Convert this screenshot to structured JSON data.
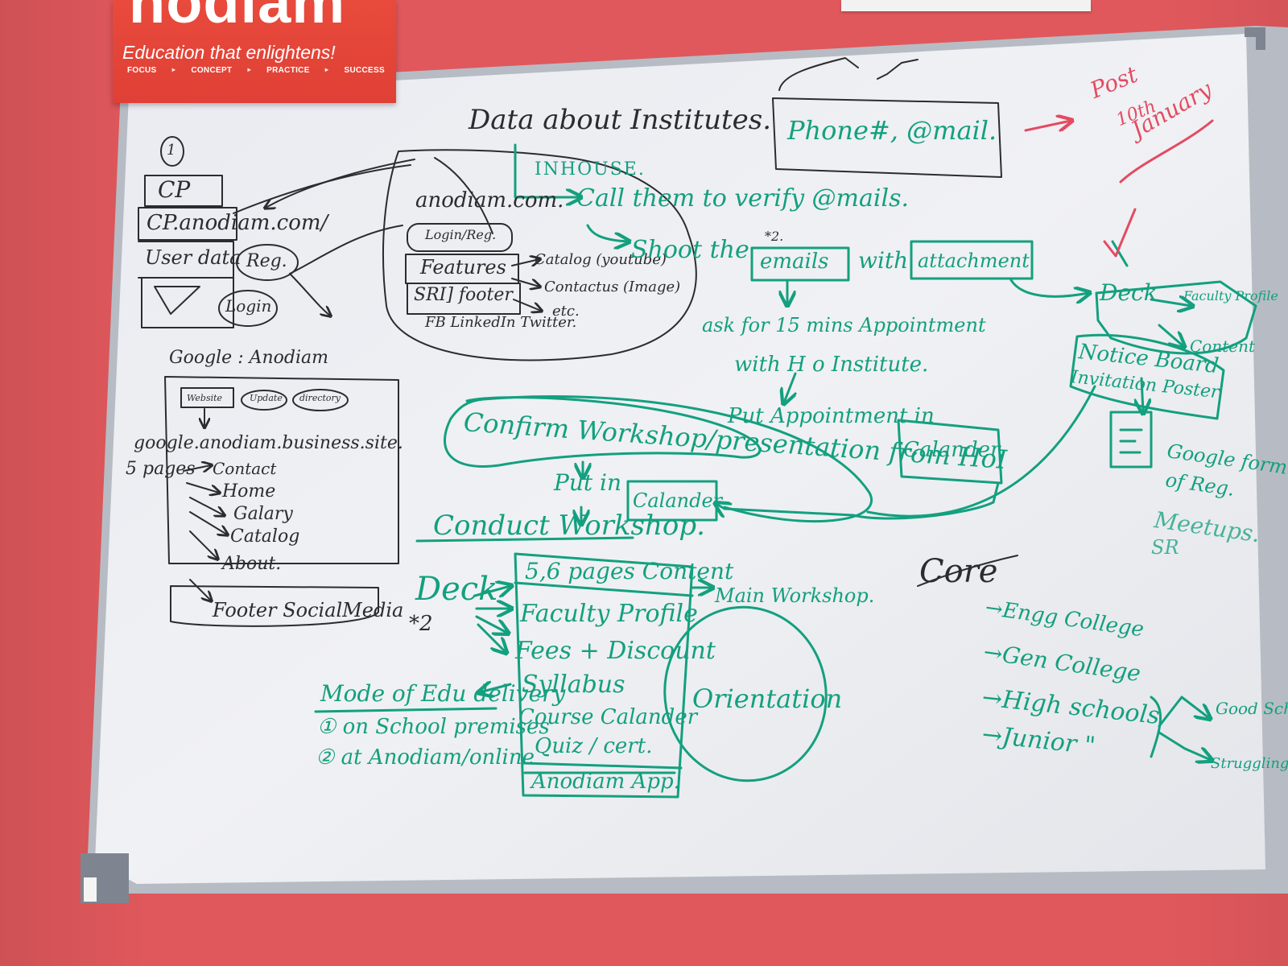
{
  "brand": {
    "name": "nodiam",
    "tagline": "Education that enlightens!",
    "steps": [
      "FOCUS",
      "CONCEPT",
      "PRACTICE",
      "SUCCESS"
    ]
  },
  "board": {
    "heading": "Data about Institutes.",
    "phone_email": "Phone#, @mail.",
    "post_note": [
      "Post",
      "10th",
      "January"
    ],
    "page_number": "1",
    "left_website": {
      "cp": "CP",
      "cp_domain": "CP.anodiam.com/",
      "user_data": "User data",
      "reg": "Reg.",
      "login": "Login"
    },
    "anodiam_site": {
      "domain": "anodiam.com.",
      "login_reg": "Login/Reg.",
      "features": "Features",
      "footer": "SRI] footer",
      "linkedin": "FB LinkedIn Twitter.",
      "catalog": "Catalog (youtube)",
      "contact": "Contactus (Image)",
      "etc": "etc."
    },
    "google_section": {
      "title": "Google : Anodiam",
      "pills": [
        "Website",
        "Update",
        "directory"
      ],
      "site": "google.anodiam.business.site.",
      "pages_label": "5 pages",
      "pages": [
        "Contact",
        "Home",
        "Galary",
        "Catalog",
        "About."
      ],
      "footer": "Footer SocialMedia"
    },
    "process": {
      "inhouse": "INHOUSE.",
      "call": "Call them to verify @mails.",
      "shoot": "Shoot the",
      "emails": "emails",
      "with": "with",
      "attachment": "attachment",
      "marker": "*2.",
      "appointment": [
        "ask for 15 mins Appointment",
        "with H o Institute."
      ],
      "put_appointment": "Put Appointment in",
      "calendar": "Calander.",
      "confirm": "Confirm Workshop/presentation from HoI",
      "put_in": "Put in",
      "calendar2": "Calander",
      "conduct": "Conduct Workshop."
    },
    "right_panel": {
      "deck": "Deck",
      "faculty": "Faculty Profile",
      "content": "Content",
      "notice": "Notice Board",
      "poster": "Invitation Poster",
      "google_form": [
        "Google form",
        "of Reg.",
        "Meetups.",
        "SR"
      ]
    },
    "workshop": {
      "deck": "Deck",
      "star": "*2",
      "items": [
        "5,6 pages Content",
        "Faculty Profile",
        "Fees + Discount",
        "Syllabus",
        "Course Calander",
        "Quiz / cert.",
        "Anodiam App."
      ],
      "main": "Main Workshop.",
      "orientation": "Orientation"
    },
    "delivery": {
      "title": "Mode of Edu delivery",
      "options": [
        "① on School premises",
        "② at Anodiam/online"
      ]
    },
    "core": {
      "title": "Core",
      "items": [
        "→Engg College",
        "→Gen College",
        "→High schools",
        "→Junior \""
      ],
      "outcomes": [
        "Good Schools",
        "Struggling Schools"
      ]
    }
  },
  "colors": {
    "wall": "#e0585c",
    "board": "#eceef2",
    "frame": "#b9bec6",
    "ink_green": "#13a07f",
    "ink_black": "#2c2c2f",
    "ink_red": "#e34b62",
    "banner": "#e84a3c"
  }
}
